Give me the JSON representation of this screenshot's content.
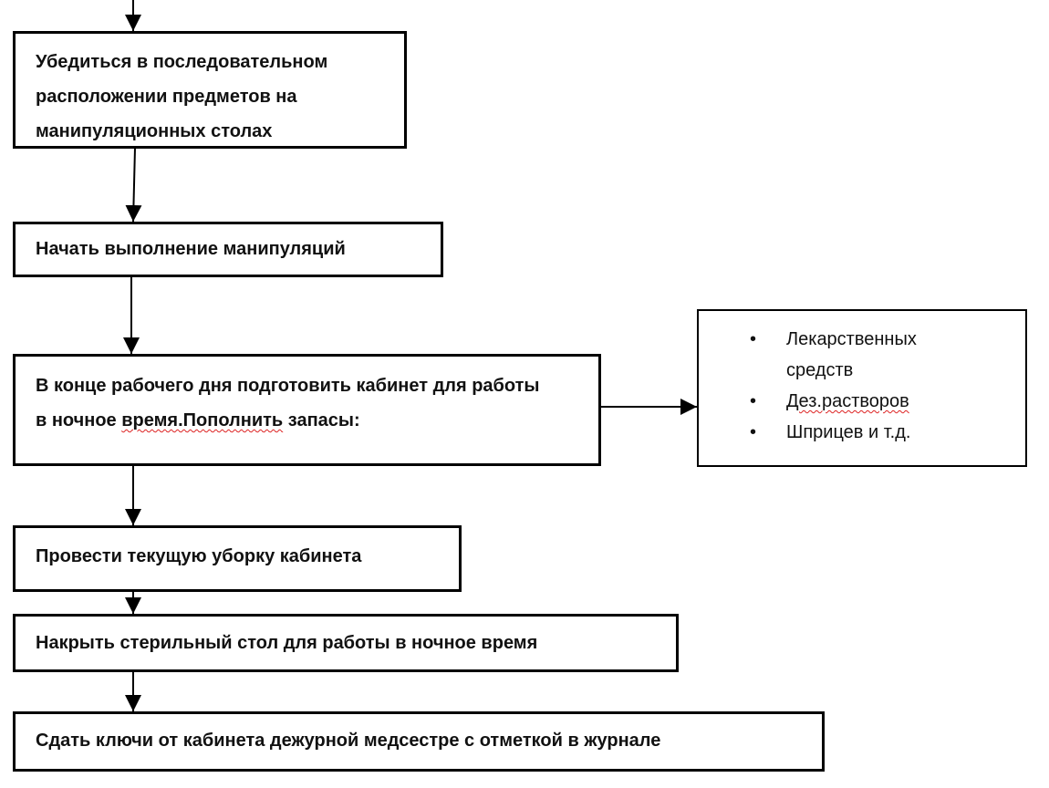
{
  "steps": [
    {
      "lines": [
        "Убедиться в последовательном",
        "расположении предметов на",
        "манипуляционных столах"
      ]
    },
    {
      "lines": [
        "Начать выполнение манипуляций"
      ]
    },
    {
      "lines": [
        "В конце рабочего дня подготовить кабинет для работы",
        "в ночное",
        "время.Пополнить",
        "запасы:"
      ]
    },
    {
      "lines": [
        "Провести текущую уборку кабинета"
      ]
    },
    {
      "lines": [
        "Накрыть стерильный стол для работы в ночное время"
      ]
    },
    {
      "lines": [
        "Сдать ключи от кабинета дежурной медсестре с отметкой в журнале"
      ]
    }
  ],
  "supplies": {
    "bullet": "•",
    "items": [
      "Лекарственных средств",
      "Дез.растворов",
      "Шприцев и т.д."
    ]
  }
}
